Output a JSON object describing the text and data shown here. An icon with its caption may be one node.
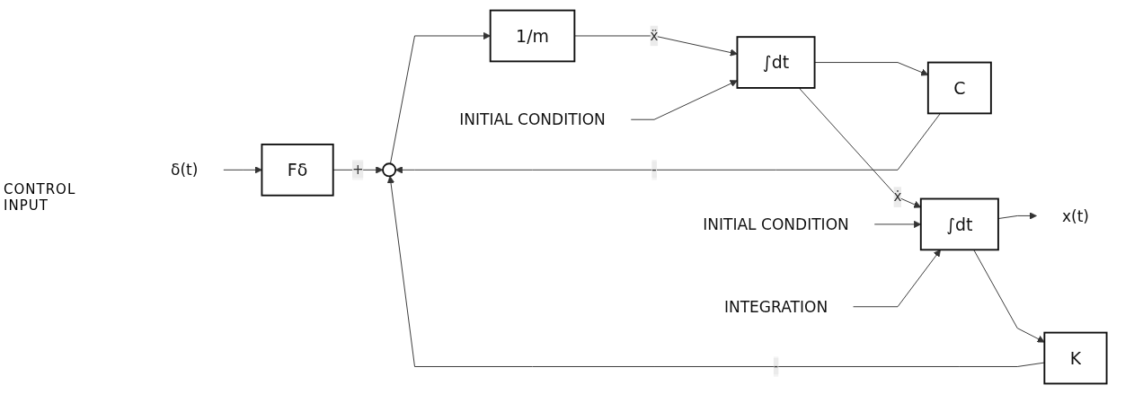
{
  "diagram": {
    "nodes": [
      {
        "text": [
          "δ(t)"
        ]
      },
      {
        "text": [
          "Fδ"
        ]
      },
      {
        "text": [],
        "shape": "circle"
      },
      {
        "text": [
          "K"
        ]
      },
      {
        "text": [
          "C"
        ]
      },
      {
        "text": [
          "1/m"
        ]
      },
      {
        "text": [
          "∫dt"
        ]
      },
      {
        "text": [
          "∫dt"
        ]
      },
      {
        "text": [
          "x(t)"
        ]
      },
      {
        "text": [
          "INITIAL CONDITION"
        ]
      },
      {
        "text": [
          "INITIAL CONDITION"
        ]
      },
      {
        "text": [
          "INTEGRATION"
        ]
      }
    ],
    "edges": [
      {
        "from": 0,
        "to": 1,
        "arrow": "to"
      },
      {
        "from": 1,
        "to": 2,
        "arrow": "to",
        "label": "+"
      },
      {
        "from": 2,
        "to": 5,
        "arrow": "to"
      },
      {
        "from": 5,
        "to": 6,
        "arrow": "to",
        "label": "ẍ"
      },
      {
        "from": 6,
        "to": 7,
        "arrow": "to",
        "label": "ẋ"
      },
      {
        "from": 7,
        "to": 8,
        "arrow": "to"
      },
      {
        "from": 7,
        "to": 3,
        "arrow": "to"
      },
      {
        "from": 3,
        "to": 2,
        "arrow": "to",
        "label": "-"
      },
      {
        "from": 6,
        "to": 4,
        "arrow": "to"
      },
      {
        "from": 4,
        "to": 2,
        "arrow": "to",
        "label": "-"
      },
      {
        "from": 9,
        "to": 6,
        "arrow": "to"
      },
      {
        "from": 10,
        "to": 7,
        "arrow": "to"
      },
      {
        "from": 11,
        "to": 7,
        "arrow": "to"
      }
    ],
    "labels": [
      "CONTROL INPUT"
    ]
  }
}
